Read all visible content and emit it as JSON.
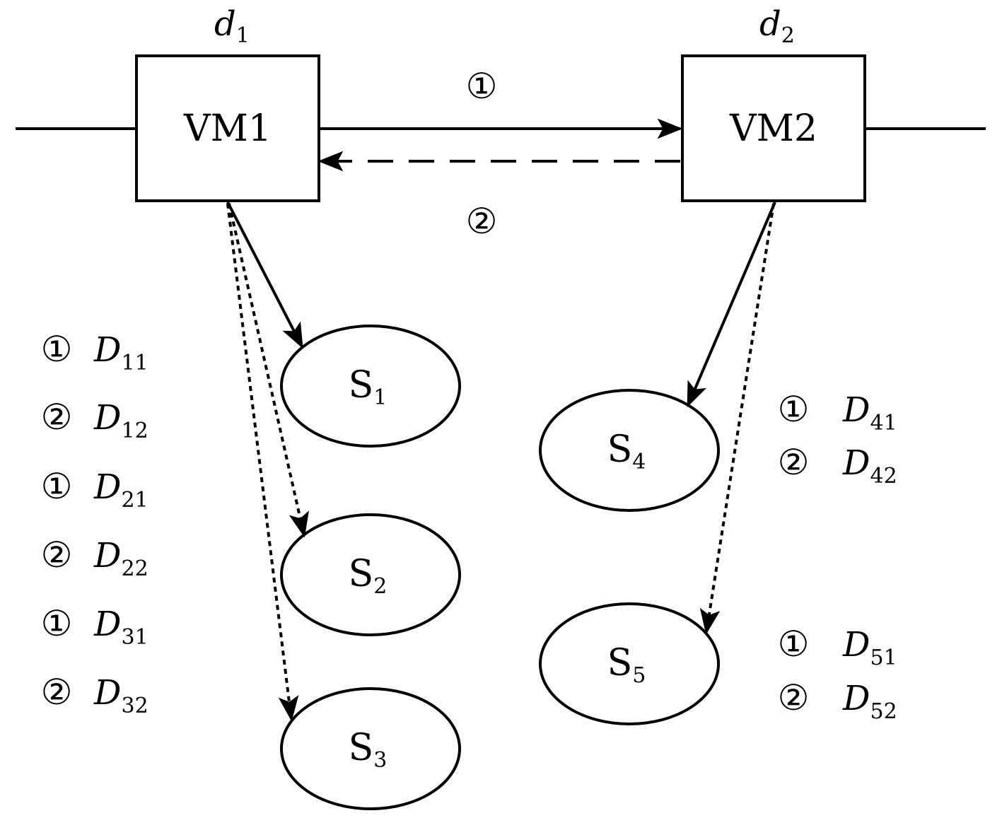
{
  "nodes": {
    "vm1": {
      "label": "VM1",
      "var": "d",
      "var_sub": "1"
    },
    "vm2": {
      "label": "VM2",
      "var": "d",
      "var_sub": "2"
    },
    "s1": {
      "label": "S",
      "sub": "1"
    },
    "s2": {
      "label": "S",
      "sub": "2"
    },
    "s3": {
      "label": "S",
      "sub": "3"
    },
    "s4": {
      "label": "S",
      "sub": "4"
    },
    "s5": {
      "label": "S",
      "sub": "5"
    }
  },
  "arrows": {
    "forward_marker": "①",
    "backward_marker": "②"
  },
  "legend_left": [
    {
      "marker": "①",
      "var": "D",
      "sub": "11"
    },
    {
      "marker": "②",
      "var": "D",
      "sub": "12"
    },
    {
      "marker": "①",
      "var": "D",
      "sub": "21"
    },
    {
      "marker": "②",
      "var": "D",
      "sub": "22"
    },
    {
      "marker": "①",
      "var": "D",
      "sub": "31"
    },
    {
      "marker": "②",
      "var": "D",
      "sub": "32"
    }
  ],
  "legend_s4": [
    {
      "marker": "①",
      "var": "D",
      "sub": "41"
    },
    {
      "marker": "②",
      "var": "D",
      "sub": "42"
    }
  ],
  "legend_s5": [
    {
      "marker": "①",
      "var": "D",
      "sub": "51"
    },
    {
      "marker": "②",
      "var": "D",
      "sub": "52"
    }
  ]
}
